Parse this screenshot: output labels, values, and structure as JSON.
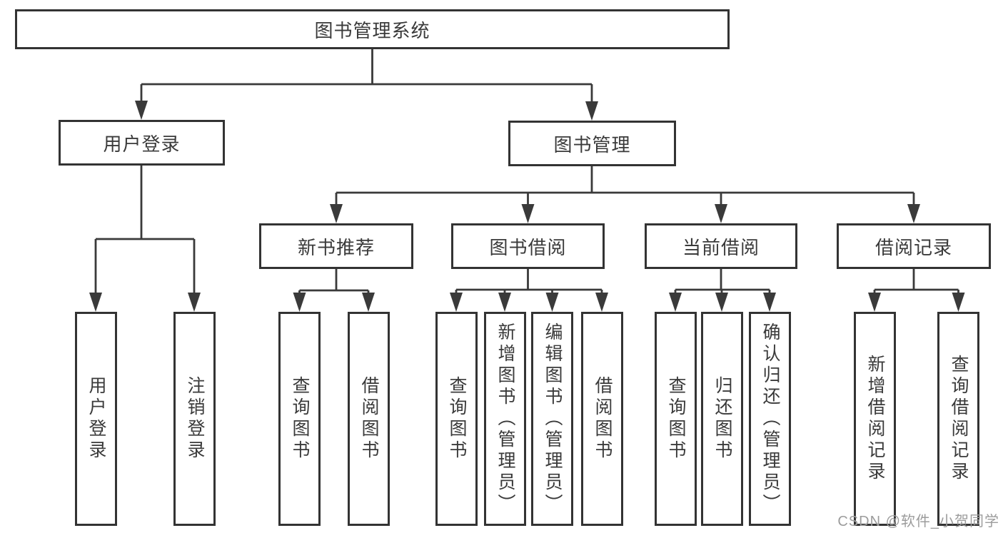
{
  "colors": {
    "line": "#3a3a3a",
    "box_border": "#333333",
    "box_fill": "#ffffff",
    "text": "#3a3a3a",
    "watermark": "#9c9c9c",
    "background": "#ffffff"
  },
  "watermark": {
    "text": "CSDN @软件_小贺同学"
  },
  "diagram": {
    "type": "tree",
    "root": {
      "label": "图书管理系统",
      "children": [
        {
          "label": "用户登录",
          "children": [
            {
              "label": "用户登录"
            },
            {
              "label": "注销登录"
            }
          ]
        },
        {
          "label": "图书管理",
          "children": [
            {
              "label": "新书推荐",
              "children": [
                {
                  "label": "查询图书"
                },
                {
                  "label": "借阅图书"
                }
              ]
            },
            {
              "label": "图书借阅",
              "children": [
                {
                  "label": "查询图书"
                },
                {
                  "label": "新增图书（管理员）"
                },
                {
                  "label": "编辑图书（管理员）"
                },
                {
                  "label": "借阅图书"
                }
              ]
            },
            {
              "label": "当前借阅",
              "children": [
                {
                  "label": "查询图书"
                },
                {
                  "label": "归还图书"
                },
                {
                  "label": "确认归还（管理员）"
                }
              ]
            },
            {
              "label": "借阅记录",
              "children": [
                {
                  "label": "新增借阅记录"
                },
                {
                  "label": "查询借阅记录"
                }
              ]
            }
          ]
        }
      ]
    }
  }
}
